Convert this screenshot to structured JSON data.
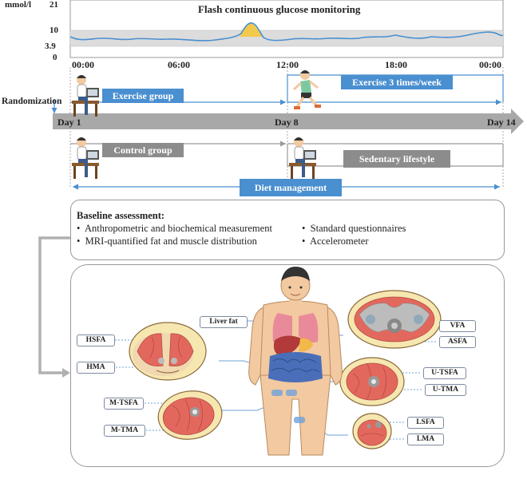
{
  "glucose": {
    "title": "Flash continuous glucose monitoring",
    "unit": "mmol/l",
    "y_ticks": [
      "21",
      "10",
      "3.9",
      "0"
    ],
    "x_ticks": [
      "00:00",
      "06:00",
      "12:00",
      "18:00",
      "00:00"
    ]
  },
  "timeline": {
    "randomization": "Randomization",
    "days": [
      "Day 1",
      "Day 8",
      "Day 14"
    ],
    "exercise_group": "Exercise group",
    "exercise_freq": "Exercise 3 times/week",
    "control_group": "Control group",
    "sedentary": "Sedentary lifestyle",
    "diet": "Diet management"
  },
  "baseline": {
    "title": "Baseline assessment:",
    "items_left": [
      "Anthropometric and biochemical measurement",
      "MRI-quantified fat and muscle distribution"
    ],
    "items_right": [
      "Standard questionnaires",
      "Accelerometer"
    ]
  },
  "mri_labels": {
    "hsfa": "HSFA",
    "hma": "HMA",
    "liver_fat": "Liver fat",
    "m_tsfa": "M-TSFA",
    "m_tma": "M-TMA",
    "vfa": "VFA",
    "asfa": "ASFA",
    "u_tsfa": "U-TSFA",
    "u_tma": "U-TMA",
    "lsfa": "LSFA",
    "lma": "LMA"
  },
  "colors": {
    "blue": "#4a8fd0",
    "grey": "#8c8c8c",
    "fat": "#f6e7b0",
    "muscle": "#e2685e",
    "glucose_line": "#4a8fd0",
    "glucose_peak": "#f2c94c"
  }
}
